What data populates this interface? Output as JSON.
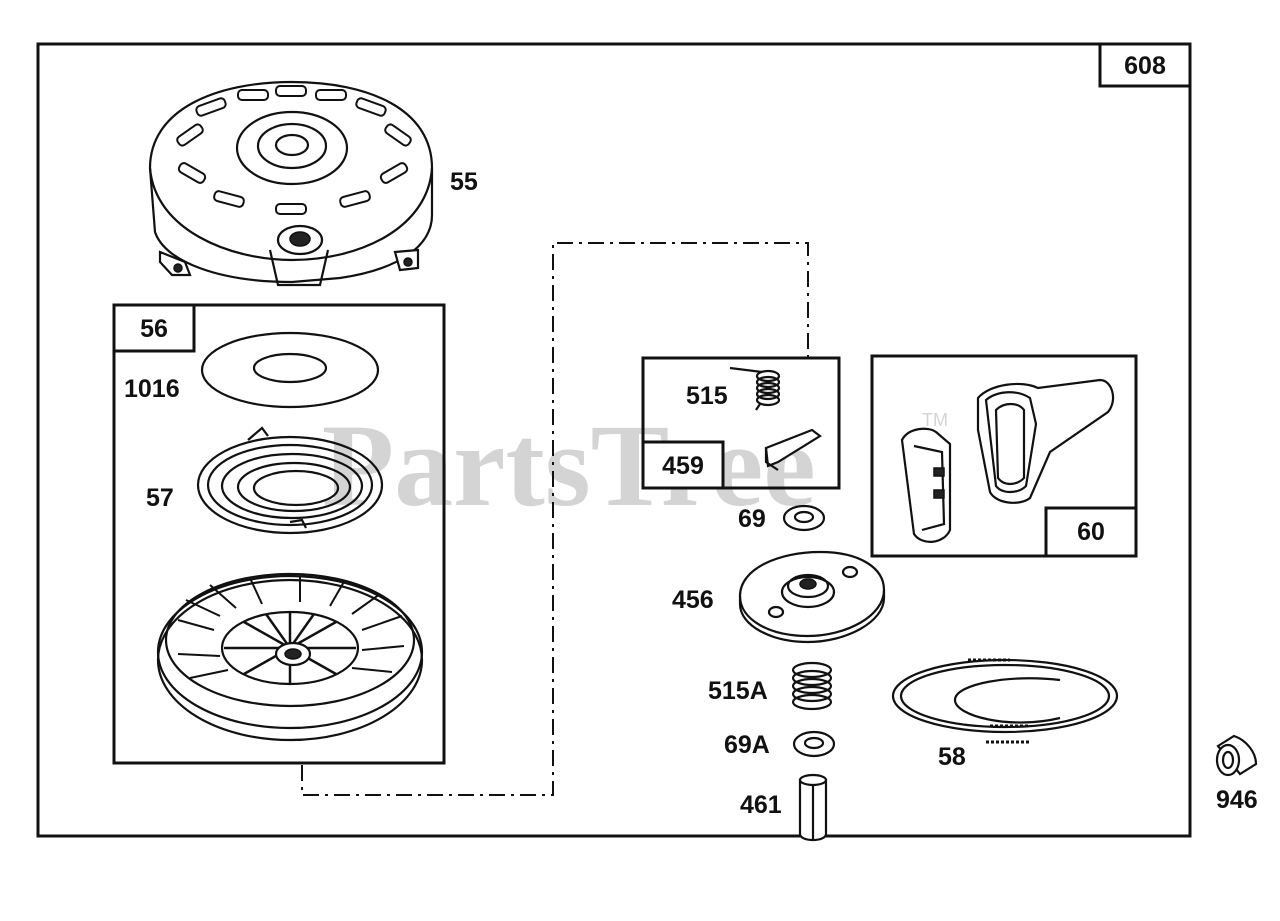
{
  "diagram": {
    "assembly_number": "608",
    "watermark": "PartsTree",
    "trademark": "TM",
    "parts": [
      {
        "id": "p55",
        "label": "55"
      },
      {
        "id": "p56",
        "label": "56"
      },
      {
        "id": "p1016",
        "label": "1016"
      },
      {
        "id": "p57",
        "label": "57"
      },
      {
        "id": "p515",
        "label": "515"
      },
      {
        "id": "p459",
        "label": "459"
      },
      {
        "id": "p69",
        "label": "69"
      },
      {
        "id": "p456",
        "label": "456"
      },
      {
        "id": "p515a",
        "label": "515A"
      },
      {
        "id": "p69a",
        "label": "69A"
      },
      {
        "id": "p461",
        "label": "461"
      },
      {
        "id": "p58",
        "label": "58"
      },
      {
        "id": "p60",
        "label": "60"
      },
      {
        "id": "p946",
        "label": "946"
      }
    ]
  }
}
